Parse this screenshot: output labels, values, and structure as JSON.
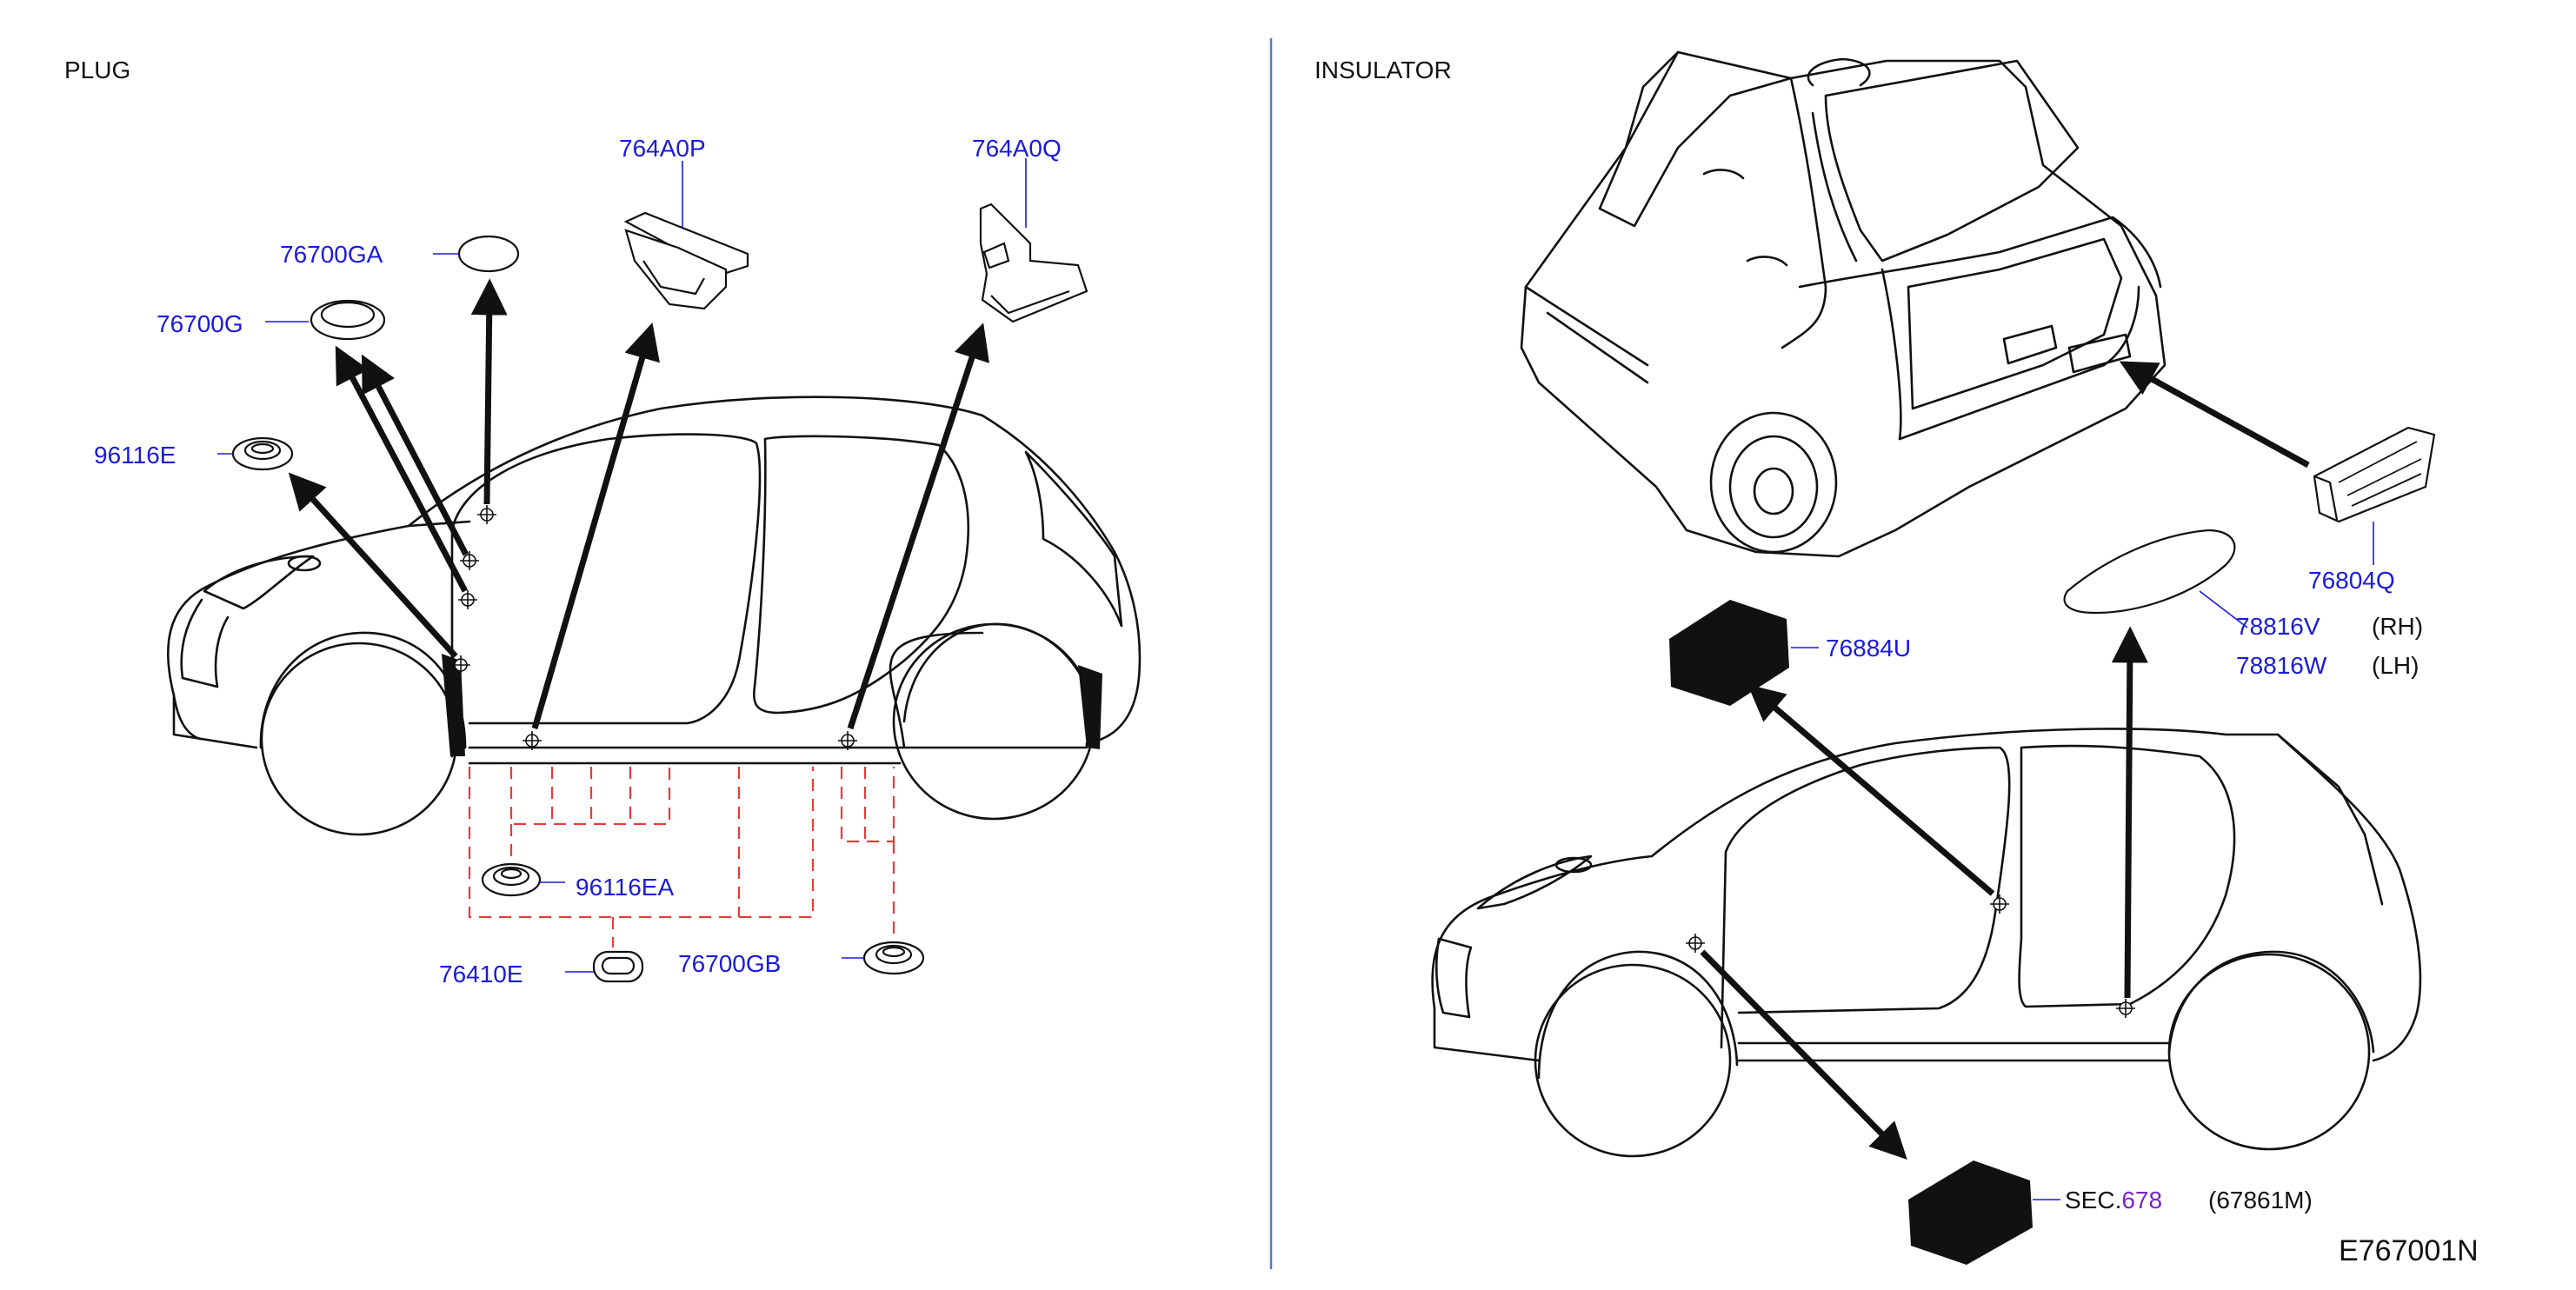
{
  "sections": {
    "plug": "PLUG",
    "insulator": "INSULATOR"
  },
  "parts": {
    "p764A0P": "764A0P",
    "p764A0Q": "764A0Q",
    "p76700GA": "76700GA",
    "p76700G": "76700G",
    "p96116E": "96116E",
    "p96116EA": "96116EA",
    "p76410E": "76410E",
    "p76700GB": "76700GB",
    "p76804Q": "76804Q",
    "p78816V": "78816V",
    "p78816W": "78816W",
    "p76884U": "76884U"
  },
  "side_labels": {
    "rh": "(RH)",
    "lh": "(LH)"
  },
  "sec_ref": {
    "prefix": "SEC.",
    "number": "678",
    "code": "(67861M)"
  },
  "diagram_id": "E767001N",
  "colors": {
    "part_link": "#1a1ad8",
    "sec_link": "#7a22c7",
    "dashed_guide": "#e83a3a",
    "divider": "#5a7ab0"
  }
}
